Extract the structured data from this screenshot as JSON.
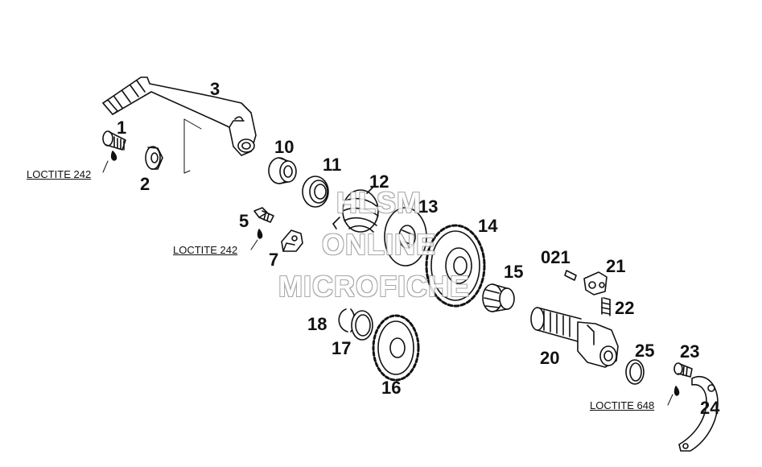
{
  "parts": [
    {
      "key": "p1",
      "label": "1"
    },
    {
      "key": "p2",
      "label": "2"
    },
    {
      "key": "p3",
      "label": "3"
    },
    {
      "key": "p5",
      "label": "5"
    },
    {
      "key": "p7",
      "label": "7"
    },
    {
      "key": "p10",
      "label": "10"
    },
    {
      "key": "p11",
      "label": "11"
    },
    {
      "key": "p12",
      "label": "12"
    },
    {
      "key": "p13",
      "label": "13"
    },
    {
      "key": "p14",
      "label": "14"
    },
    {
      "key": "p15",
      "label": "15"
    },
    {
      "key": "p16",
      "label": "16"
    },
    {
      "key": "p17",
      "label": "17"
    },
    {
      "key": "p18",
      "label": "18"
    },
    {
      "key": "p20",
      "label": "20"
    },
    {
      "key": "p021",
      "label": "021"
    },
    {
      "key": "p21",
      "label": "21"
    },
    {
      "key": "p22",
      "label": "22"
    },
    {
      "key": "p23",
      "label": "23"
    },
    {
      "key": "p24",
      "label": "24"
    },
    {
      "key": "p25",
      "label": "25"
    }
  ],
  "notes": {
    "loctite_a": "LOCTITE 242",
    "loctite_b": "LOCTITE 242",
    "loctite_c": "LOCTITE 648"
  },
  "watermark": {
    "line1": "HLSM",
    "line2": "ONLINE",
    "line3": "MICROFICHE"
  }
}
